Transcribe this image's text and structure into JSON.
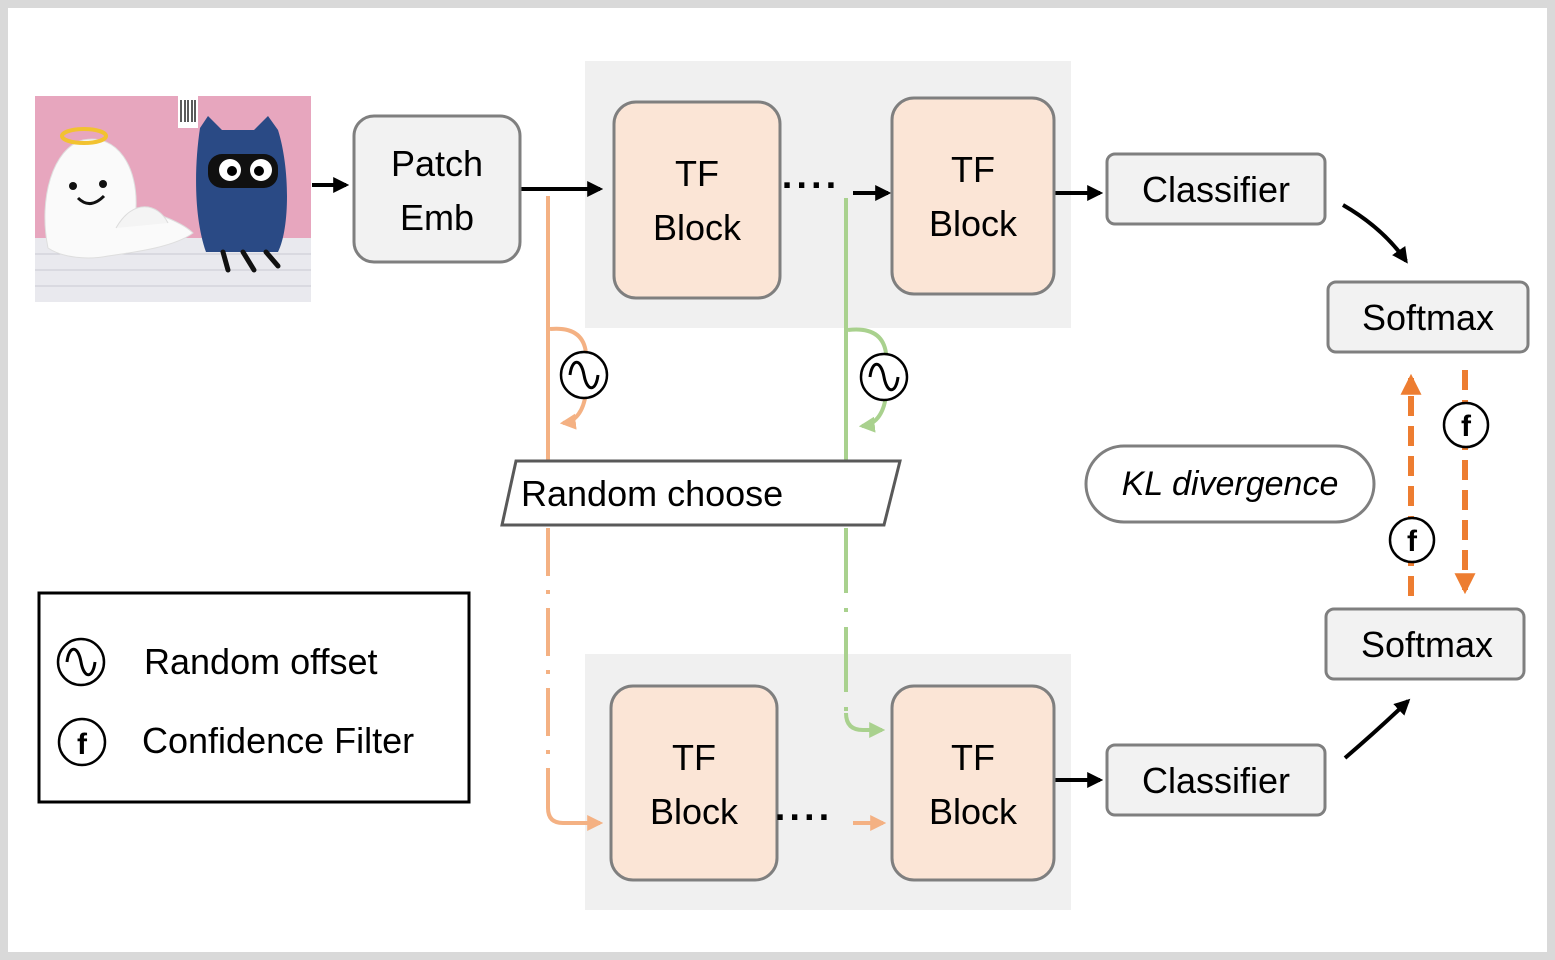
{
  "diagram": {
    "nodes": {
      "patch_emb": {
        "line1": "Patch",
        "line2": "Emb"
      },
      "top_block_1": {
        "line1": "TF",
        "line2": "Block"
      },
      "top_block_2": {
        "line1": "TF",
        "line2": "Block"
      },
      "bottom_block_1": {
        "line1": "TF",
        "line2": "Block"
      },
      "bottom_block_2": {
        "line1": "TF",
        "line2": "Block"
      },
      "classifier_top": "Classifier",
      "classifier_bottom": "Classifier",
      "softmax_top": "Softmax",
      "softmax_bottom": "Softmax",
      "random_choose": "Random choose",
      "kl_divergence": "KL divergence",
      "ellipsis_top": "····",
      "ellipsis_bottom": "····",
      "filter_symbol": "f"
    },
    "legend": {
      "random_offset": "Random offset",
      "confidence_filter": "Confidence Filter",
      "filter_symbol": "f"
    },
    "colors": {
      "block_fill": "#fbe5d6",
      "box_fill": "#f2f2f2",
      "box_stroke": "#7f7f7f",
      "group_bg": "#f0f0f0",
      "orange_path": "#f4b183",
      "green_path": "#a9d18e",
      "kl_arrows": "#ed7d31",
      "arrow_black": "#000000"
    }
  }
}
